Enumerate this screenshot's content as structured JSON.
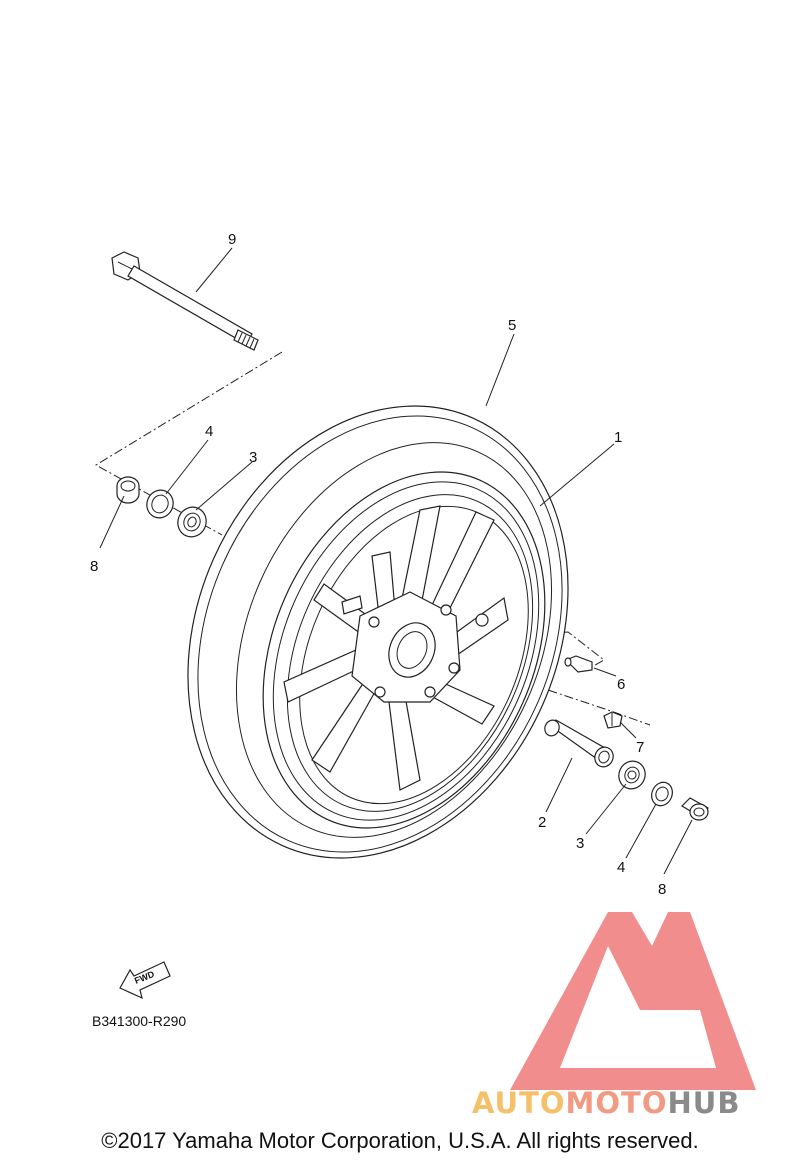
{
  "diagram": {
    "callouts": {
      "c9": "9",
      "c5": "5",
      "c4_left": "4",
      "c3_left": "3",
      "c1": "1",
      "c8_left": "8",
      "c6": "6",
      "c7": "7",
      "c2": "2",
      "c3_right": "3",
      "c4_right": "4",
      "c8_right": "8"
    },
    "fwd_label": "FWD",
    "diagram_code": "B341300-R290"
  },
  "watermark": {
    "auto": "AUTO",
    "moto": "MOTO",
    "hub": "HUB",
    "colors": {
      "triangle": "#f07a7a",
      "auto": "#f5c06a",
      "moto": "#f19a84",
      "hub": "#8a8a8a"
    }
  },
  "copyright": "©2017 Yamaha Motor Corporation, U.S.A. All rights reserved."
}
